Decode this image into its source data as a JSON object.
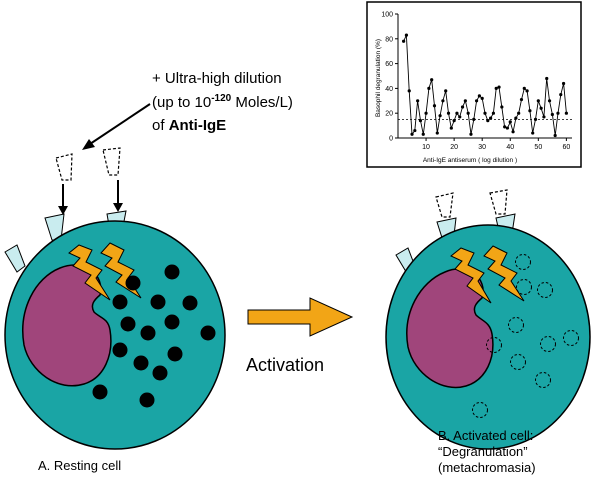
{
  "annotation": {
    "line1": "+ Ultra-high dilution",
    "line2_prefix": "(up to 10",
    "line2_sup": "-120",
    "line2_suffix": " Moles/L)",
    "line3_prefix": "of ",
    "line3_bold": "Anti-IgE"
  },
  "arrow_label": "Activation",
  "cell_a": {
    "caption": "A. Resting cell"
  },
  "cell_b": {
    "caption_line1": "B. Activated cell:",
    "caption_line2": "“Degranulation”",
    "caption_line3": "(metachromasia)"
  },
  "colors": {
    "cell_fill": "#1aa5a5",
    "nucleus_fill": "#a0457b",
    "lightning_fill": "#f2a516",
    "receptor_fill": "#c9ecef",
    "arrow_fill": "#f2a516",
    "granule_fill": "#000000"
  },
  "chart_data": {
    "type": "line",
    "ylabel": "Basophil degranulation (%)",
    "xlabel": "Anti-IgE antiserum  ( log dilution )",
    "xlim": [
      0,
      62
    ],
    "ylim": [
      0,
      100
    ],
    "xticks": [
      10,
      20,
      30,
      40,
      50,
      60
    ],
    "yticks": [
      0,
      20,
      40,
      60,
      80,
      100
    ],
    "reference_line": 15,
    "x": [
      2,
      3,
      4,
      5,
      6,
      7,
      8,
      9,
      10,
      11,
      12,
      13,
      14,
      15,
      16,
      17,
      18,
      19,
      20,
      21,
      22,
      23,
      24,
      25,
      26,
      27,
      28,
      29,
      30,
      31,
      32,
      33,
      34,
      35,
      36,
      37,
      38,
      39,
      40,
      41,
      42,
      43,
      44,
      45,
      46,
      47,
      48,
      49,
      50,
      51,
      52,
      53,
      54,
      55,
      56,
      57,
      58,
      59,
      60
    ],
    "y": [
      78,
      83,
      38,
      3,
      6,
      30,
      14,
      3,
      20,
      40,
      47,
      26,
      4,
      18,
      30,
      38,
      20,
      8,
      14,
      20,
      17,
      25,
      30,
      20,
      3,
      15,
      30,
      34,
      32,
      20,
      14,
      16,
      20,
      40,
      41,
      25,
      9,
      8,
      13,
      5,
      16,
      20,
      31,
      40,
      38,
      22,
      4,
      15,
      30,
      24,
      17,
      48,
      30,
      19,
      2,
      20,
      35,
      44,
      20
    ]
  }
}
